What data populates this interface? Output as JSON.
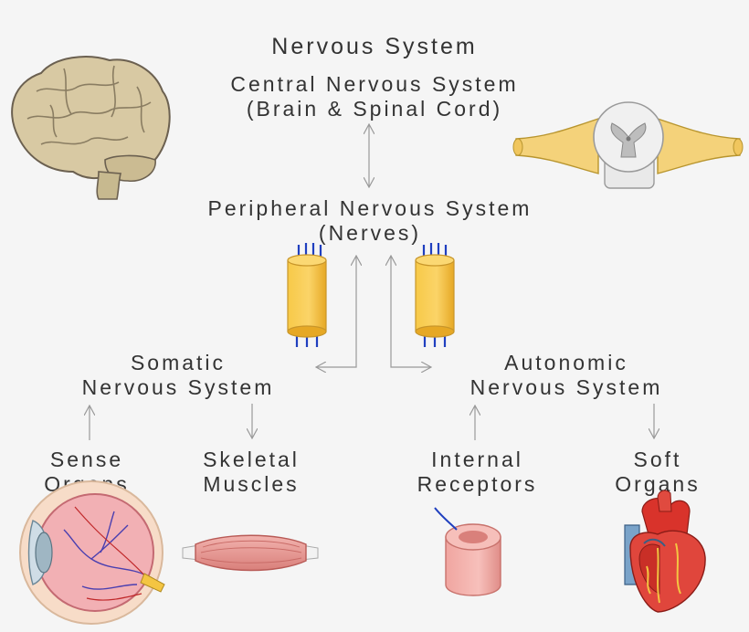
{
  "title": "Nervous System",
  "cns": {
    "line1": "Central Nervous System",
    "line2": "(Brain & Spinal Cord)"
  },
  "pns": {
    "line1": "Peripheral Nervous System",
    "line2": "(Nerves)"
  },
  "somatic": {
    "line1": "Somatic",
    "line2": "Nervous System"
  },
  "autonomic": {
    "line1": "Autonomic",
    "line2": "Nervous System"
  },
  "sense": {
    "line1": "Sense",
    "line2": "Organs"
  },
  "skeletal": {
    "line1": "Skeletal",
    "line2": "Muscles"
  },
  "internal": {
    "line1": "Internal",
    "line2": "Receptors"
  },
  "soft": {
    "line1": "Soft",
    "line2": "Organs"
  },
  "icons": [
    "brain-illustration",
    "spinal-cord-illustration",
    "nerve-bundle-icon",
    "eye-illustration",
    "muscle-illustration",
    "vessel-receptor-illustration",
    "heart-illustration"
  ],
  "colors": {
    "text": "#333333",
    "arrow": "#999999",
    "nerve": "#f5c242",
    "nerve_fiber": "#1f3fbf",
    "brain": "#d8c9a3",
    "muscle": "#e89a96",
    "heart": "#d9332b"
  }
}
